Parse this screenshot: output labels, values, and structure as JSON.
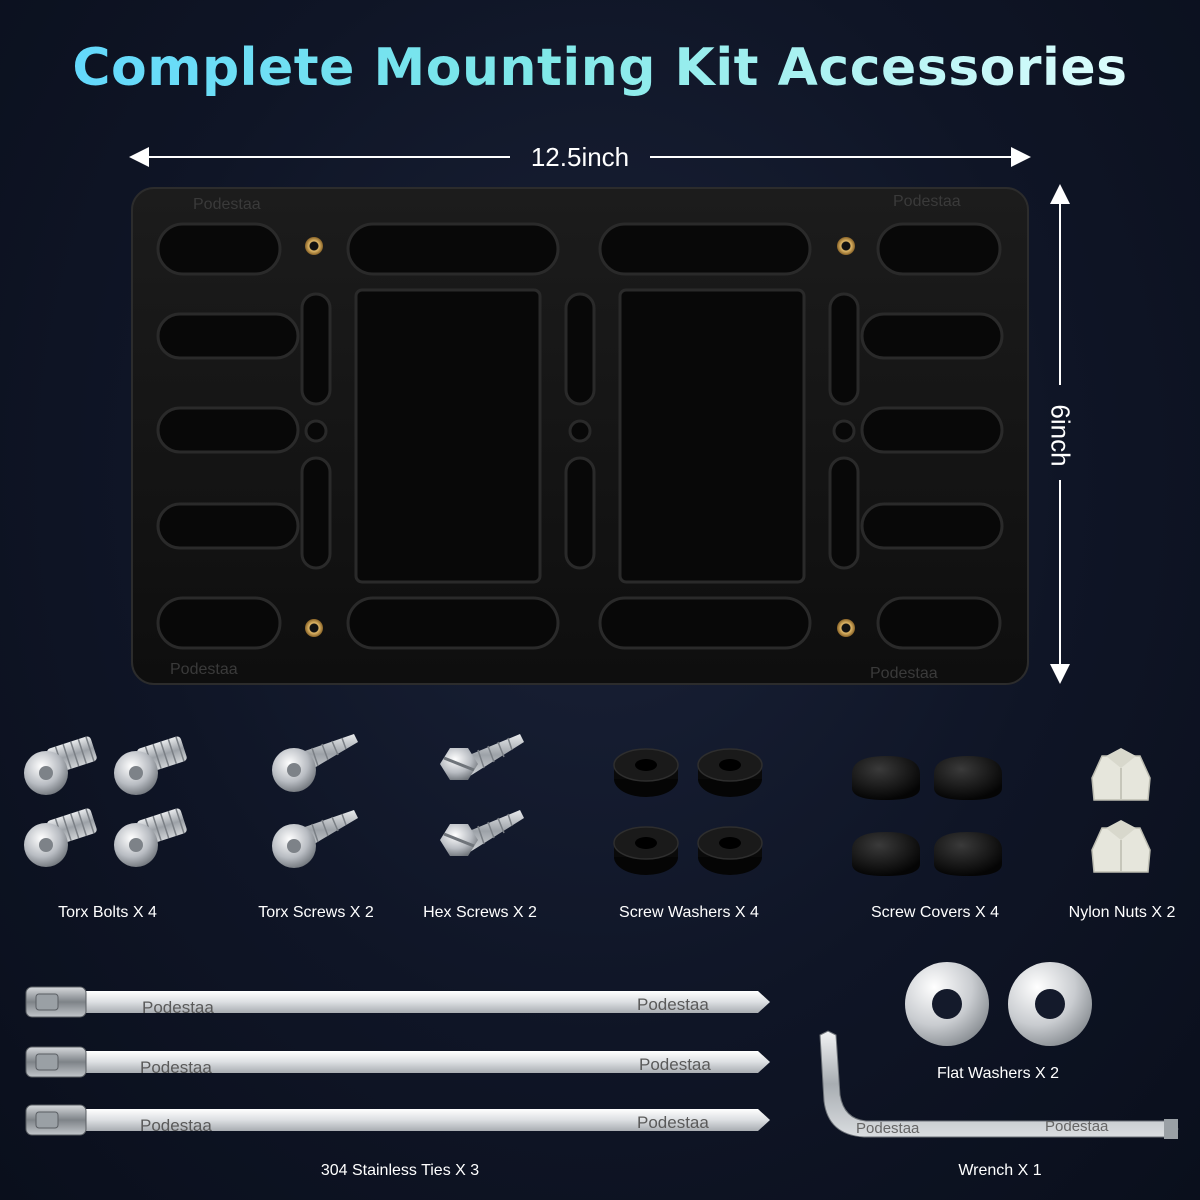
{
  "title": "Complete Mounting Kit Accessories",
  "dimensions": {
    "width": "12.5inch",
    "height": "6inch"
  },
  "brand": "Podestaa",
  "items": [
    {
      "id": "torx-bolts",
      "label": "Torx Bolts X 4"
    },
    {
      "id": "torx-screws",
      "label": "Torx Screws X 2"
    },
    {
      "id": "hex-screws",
      "label": "Hex Screws X 2"
    },
    {
      "id": "screw-washers",
      "label": "Screw Washers X 4"
    },
    {
      "id": "screw-covers",
      "label": "Screw Covers X 4"
    },
    {
      "id": "nylon-nuts",
      "label": "Nylon Nuts X 2"
    },
    {
      "id": "stainless-ties",
      "label": "304 Stainless Ties X 3"
    },
    {
      "id": "flat-washers",
      "label": "Flat Washers X 2"
    },
    {
      "id": "wrench",
      "label": "Wrench X 1"
    }
  ],
  "colors": {
    "background": "#0f1526",
    "plate": "#141414",
    "title_gradient_start": "#5fd6ff",
    "title_gradient_end": "#e8ffff",
    "brass": "#c8a050"
  }
}
